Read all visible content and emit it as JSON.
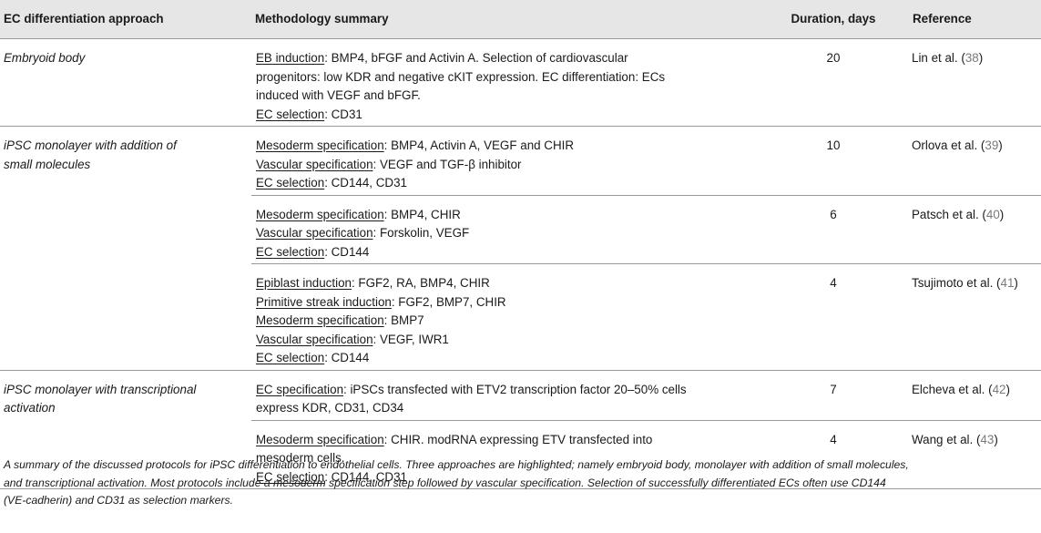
{
  "headers": {
    "approach": "EC differentiation approach",
    "methodology": "Methodology summary",
    "duration": "Duration, days",
    "reference": "Reference"
  },
  "rows": [
    {
      "approach": [
        "Embryoid body"
      ],
      "lines": [
        {
          "label": "EB induction",
          "text": ": BMP4, bFGF and Activin A. Selection of cardiovascular"
        },
        {
          "label": "",
          "text": "progenitors: low KDR and negative cKIT expression. EC differentiation: ECs"
        },
        {
          "label": "",
          "text": "induced with VEGF and bFGF."
        },
        {
          "label": "EC selection",
          "text": ": CD31"
        }
      ],
      "duration": "20",
      "ref_name": "Lin et al. (",
      "ref_num": "38",
      "ref_end": ")"
    },
    {
      "approach": [
        "iPSC monolayer with addition of",
        "small molecules"
      ],
      "lines": [
        {
          "label": "Mesoderm specification",
          "text": ": BMP4, Activin A, VEGF and CHIR"
        },
        {
          "label": "Vascular specification",
          "text": ": VEGF and TGF-β inhibitor"
        },
        {
          "label": "EC selection",
          "text": ": CD144, CD31"
        }
      ],
      "duration": "10",
      "ref_name": "Orlova et al. (",
      "ref_num": "39",
      "ref_end": ")"
    },
    {
      "approach": [],
      "lines": [
        {
          "label": "Mesoderm specification",
          "text": ": BMP4, CHIR"
        },
        {
          "label": "Vascular specification",
          "text": ": Forskolin, VEGF"
        },
        {
          "label": "EC selection",
          "text": ": CD144"
        }
      ],
      "duration": "6",
      "ref_name": "Patsch et al. (",
      "ref_num": "40",
      "ref_end": ")"
    },
    {
      "approach": [],
      "lines": [
        {
          "label": "Epiblast induction",
          "text": ": FGF2, RA, BMP4, CHIR"
        },
        {
          "label": "Primitive streak induction",
          "text": ": FGF2, BMP7, CHIR"
        },
        {
          "label": "Mesoderm specification",
          "text": ": BMP7"
        },
        {
          "label": "Vascular specification",
          "text": ": VEGF, IWR1"
        },
        {
          "label": "EC selection",
          "text": ": CD144"
        }
      ],
      "duration": "4",
      "ref_name": "Tsujimoto et al. (",
      "ref_num": "41",
      "ref_end": ")"
    },
    {
      "approach": [
        "iPSC monolayer with transcriptional",
        "activation"
      ],
      "lines": [
        {
          "label": "EC specification",
          "text": ": iPSCs transfected with ETV2 transcription factor 20–50% cells"
        },
        {
          "label": "",
          "text": "express KDR, CD31, CD34"
        }
      ],
      "duration": "7",
      "ref_name": "Elcheva et al. (",
      "ref_num": "42",
      "ref_end": ")"
    },
    {
      "approach": [],
      "lines": [
        {
          "label": "Mesoderm specification",
          "text": ": CHIR. modRNA expressing ETV transfected into"
        },
        {
          "label": "",
          "text": "mesoderm cells."
        },
        {
          "label": "EC selection",
          "text": ": CD144, CD31"
        }
      ],
      "duration": "4",
      "ref_name": "Wang et al. (",
      "ref_num": "43",
      "ref_end": ")"
    }
  ],
  "caption": [
    "A summary of the discussed protocols for iPSC differentiation to endothelial cells. Three approaches are highlighted; namely embryoid body, monolayer with addition of small molecules,",
    "and transcriptional activation. Most protocols include a mesoderm specification step followed by vascular specification. Selection of successfully differentiated ECs often use CD144",
    "(VE-cadherin) and CD31 as selection markers."
  ]
}
